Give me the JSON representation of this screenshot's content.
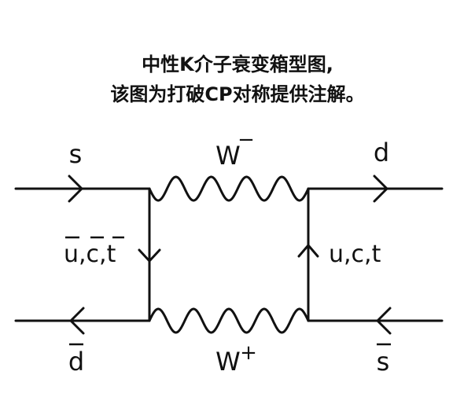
{
  "caption": {
    "line1": "中性K介子衰变箱型图,",
    "line2": "该图为打破CP对称提供注解。"
  },
  "diagram": {
    "top_left_particle": "s",
    "top_right_particle": "d",
    "top_boson": "W",
    "top_boson_charge": "−",
    "bottom_boson": "W",
    "bottom_boson_charge": "+",
    "left_internal_quarks": "u,c,t",
    "right_internal_quarks": "u,c,t",
    "bottom_left_particle": "d",
    "bottom_right_particle": "s"
  },
  "colors": {
    "line": "#111111",
    "background": "#ffffff"
  }
}
